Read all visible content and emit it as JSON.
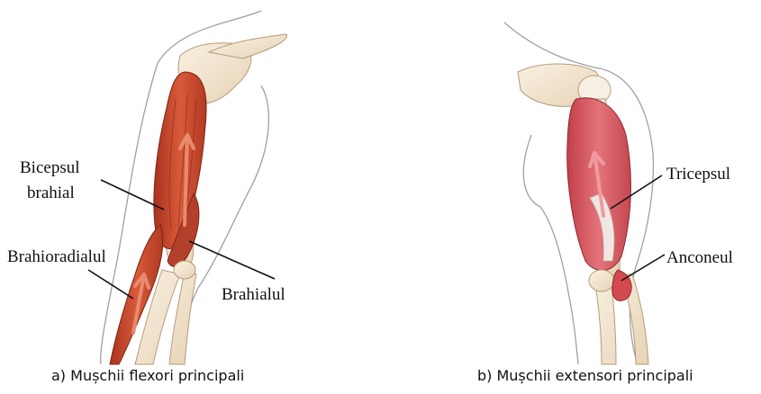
{
  "left_panel": {
    "caption": "a) Mușchii flexori principali",
    "labels": {
      "biceps_line1": "Bicepsul",
      "biceps_line2": "brahial",
      "brachioradialis": "Brahioradialul",
      "brachialis": "Brahialul"
    }
  },
  "right_panel": {
    "caption": "b) Mușchii extensori principali",
    "labels": {
      "triceps": "Tricepsul",
      "anconeus": "Anconeul"
    }
  },
  "colors": {
    "muscle_flexor": "#c8442b",
    "muscle_extensor": "#d9535a",
    "bone": "#f2e4cf",
    "skin_outline": "#9a9a9a"
  }
}
